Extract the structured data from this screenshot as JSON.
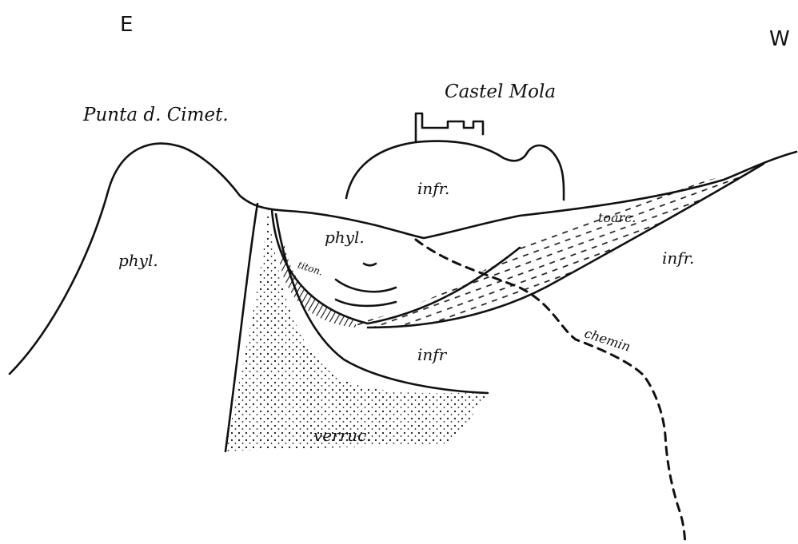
{
  "orientation": {
    "left": "E",
    "right": "W"
  },
  "places": {
    "peak": "Punta d. Cimet.",
    "castle": "Castel Mola"
  },
  "formations": {
    "phyl_left": "phyl.",
    "phyl_center": "phyl.",
    "infr_castle": "infr.",
    "infr_right": "infr.",
    "infr_lower": "infr",
    "toarc": "toarc.",
    "titon": "titon.",
    "verruc": "verruc."
  },
  "route": {
    "label": "chemin"
  },
  "colors": {
    "ink": "#111111",
    "paper": "#ffffff"
  }
}
